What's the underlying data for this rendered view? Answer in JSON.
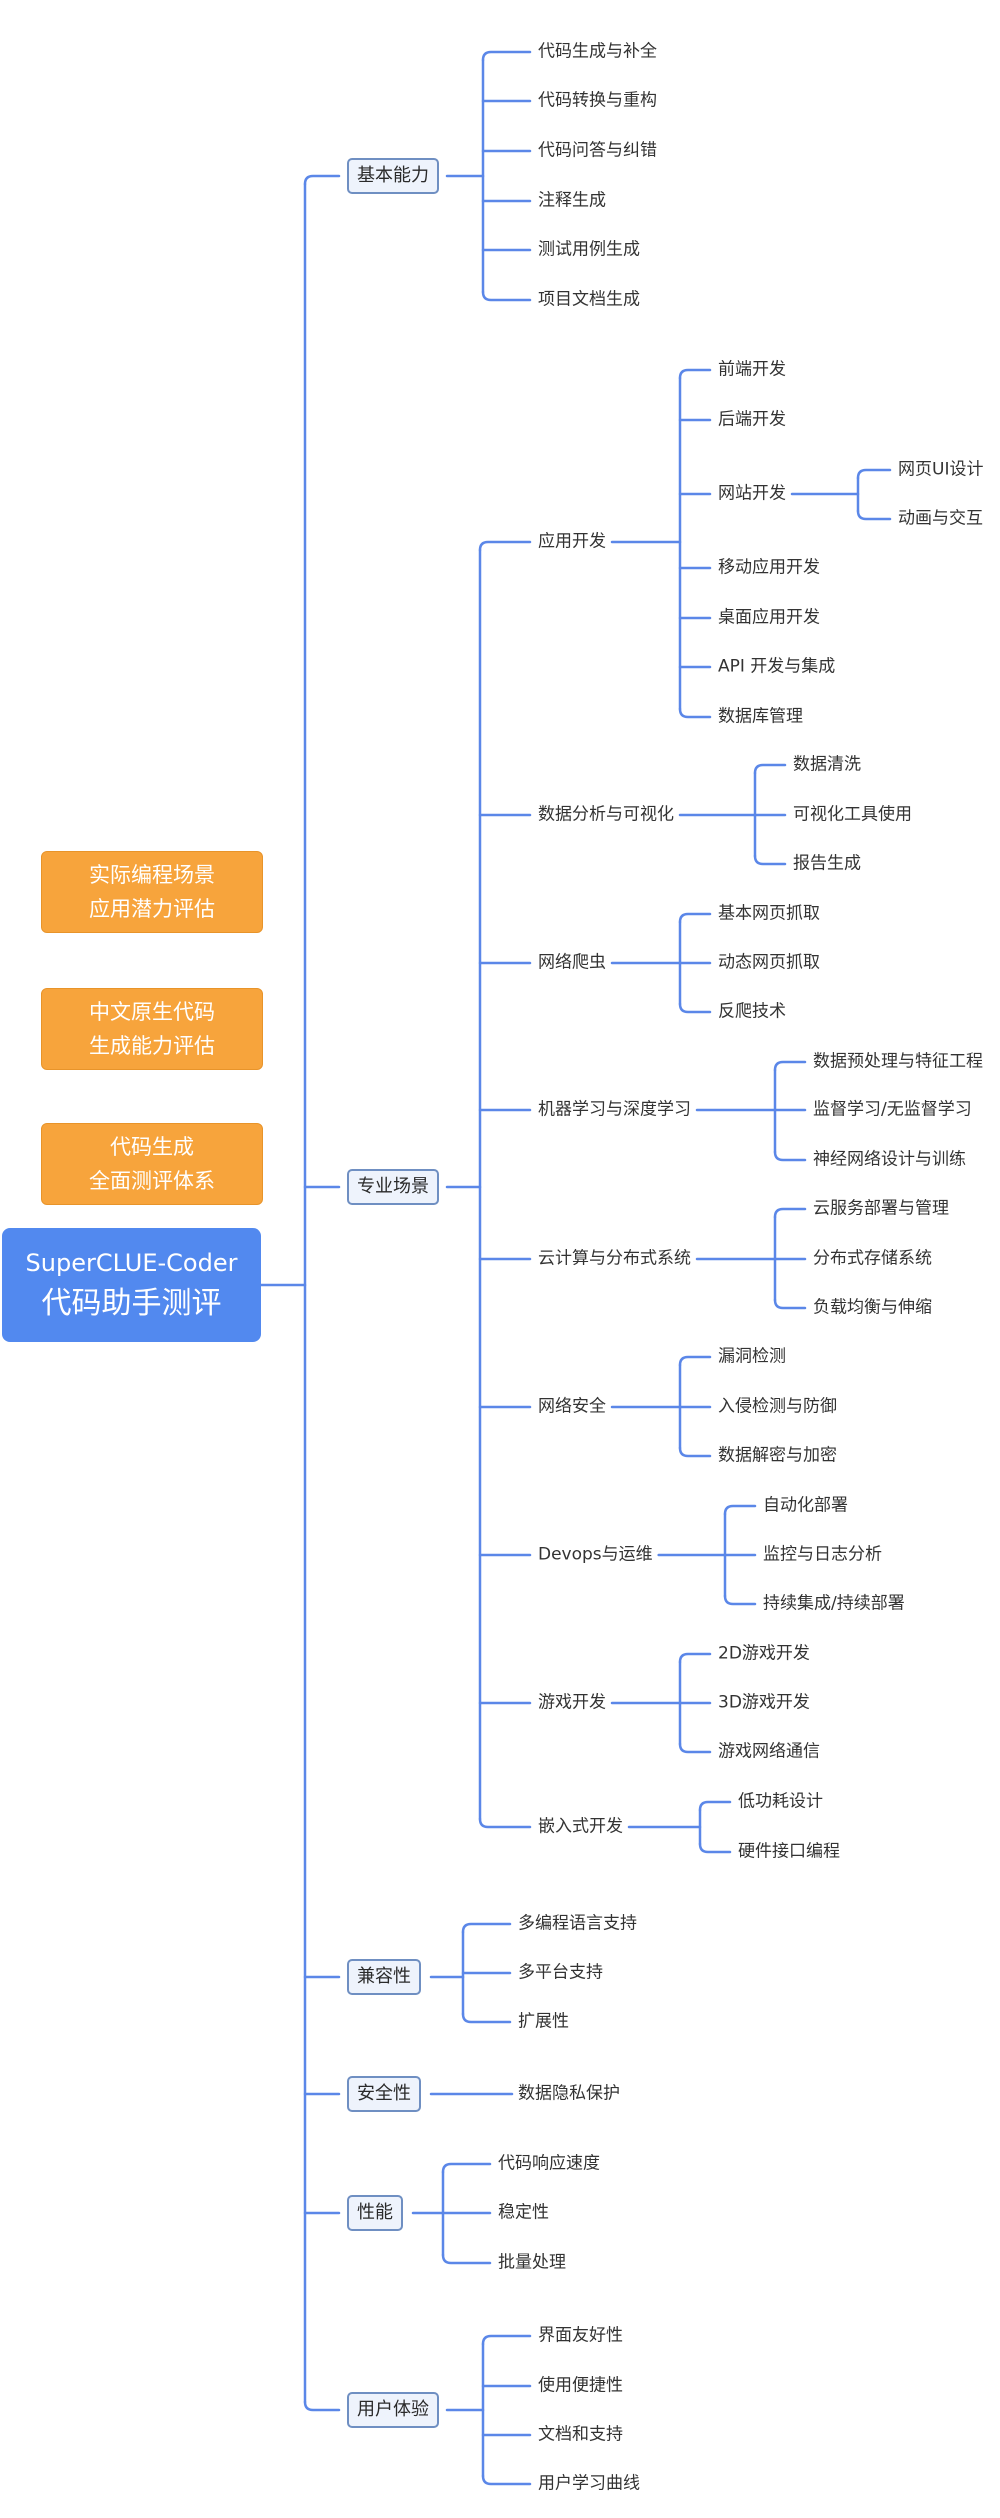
{
  "root": {
    "line1": "SuperCLUE-Coder",
    "line2": "代码助手测评"
  },
  "tags": [
    {
      "line1": "实际编程场景",
      "line2": "应用潜力评估"
    },
    {
      "line1": "中文原生代码",
      "line2": "生成能力评估"
    },
    {
      "line1": "代码生成",
      "line2": "全面测评体系"
    }
  ],
  "colors": {
    "line": "#5b87e8",
    "root_fill": "#5289ef",
    "tag_fill": "#f7a43c",
    "category_fill": "#eef3fc",
    "category_border": "#6f8fc2"
  },
  "tree": [
    {
      "label": "基本能力",
      "children": [
        {
          "label": "代码生成与补全"
        },
        {
          "label": "代码转换与重构"
        },
        {
          "label": "代码问答与纠错"
        },
        {
          "label": "注释生成"
        },
        {
          "label": "测试用例生成"
        },
        {
          "label": "项目文档生成"
        }
      ]
    },
    {
      "label": "专业场景",
      "children": [
        {
          "label": "应用开发",
          "children": [
            {
              "label": "前端开发"
            },
            {
              "label": "后端开发"
            },
            {
              "label": "网站开发",
              "children": [
                {
                  "label": "网页UI设计"
                },
                {
                  "label": "动画与交互"
                }
              ]
            },
            {
              "label": "移动应用开发"
            },
            {
              "label": "桌面应用开发"
            },
            {
              "label": "API 开发与集成"
            },
            {
              "label": "数据库管理"
            }
          ]
        },
        {
          "label": "数据分析与可视化",
          "children": [
            {
              "label": "数据清洗"
            },
            {
              "label": "可视化工具使用"
            },
            {
              "label": "报告生成"
            }
          ]
        },
        {
          "label": "网络爬虫",
          "children": [
            {
              "label": "基本网页抓取"
            },
            {
              "label": "动态网页抓取"
            },
            {
              "label": "反爬技术"
            }
          ]
        },
        {
          "label": "机器学习与深度学习",
          "children": [
            {
              "label": "数据预处理与特征工程"
            },
            {
              "label": "监督学习/无监督学习"
            },
            {
              "label": "神经网络设计与训练"
            }
          ]
        },
        {
          "label": "云计算与分布式系统",
          "children": [
            {
              "label": "云服务部署与管理"
            },
            {
              "label": "分布式存储系统"
            },
            {
              "label": "负载均衡与伸缩"
            }
          ]
        },
        {
          "label": "网络安全",
          "children": [
            {
              "label": "漏洞检测"
            },
            {
              "label": "入侵检测与防御"
            },
            {
              "label": "数据解密与加密"
            }
          ]
        },
        {
          "label": "Devops与运维",
          "children": [
            {
              "label": "自动化部署"
            },
            {
              "label": "监控与日志分析"
            },
            {
              "label": "持续集成/持续部署"
            }
          ]
        },
        {
          "label": "游戏开发",
          "children": [
            {
              "label": "2D游戏开发"
            },
            {
              "label": "3D游戏开发"
            },
            {
              "label": "游戏网络通信"
            }
          ]
        },
        {
          "label": "嵌入式开发",
          "children": [
            {
              "label": "低功耗设计"
            },
            {
              "label": "硬件接口编程"
            }
          ]
        }
      ]
    },
    {
      "label": "兼容性",
      "children": [
        {
          "label": "多编程语言支持"
        },
        {
          "label": "多平台支持"
        },
        {
          "label": "扩展性"
        }
      ]
    },
    {
      "label": "安全性",
      "children": [
        {
          "label": "数据隐私保护"
        }
      ]
    },
    {
      "label": "性能",
      "children": [
        {
          "label": "代码响应速度"
        },
        {
          "label": "稳定性"
        },
        {
          "label": "批量处理"
        }
      ]
    },
    {
      "label": "用户体验",
      "children": [
        {
          "label": "界面友好性"
        },
        {
          "label": "使用便捷性"
        },
        {
          "label": "文档和支持"
        },
        {
          "label": "用户学习曲线"
        }
      ]
    }
  ]
}
